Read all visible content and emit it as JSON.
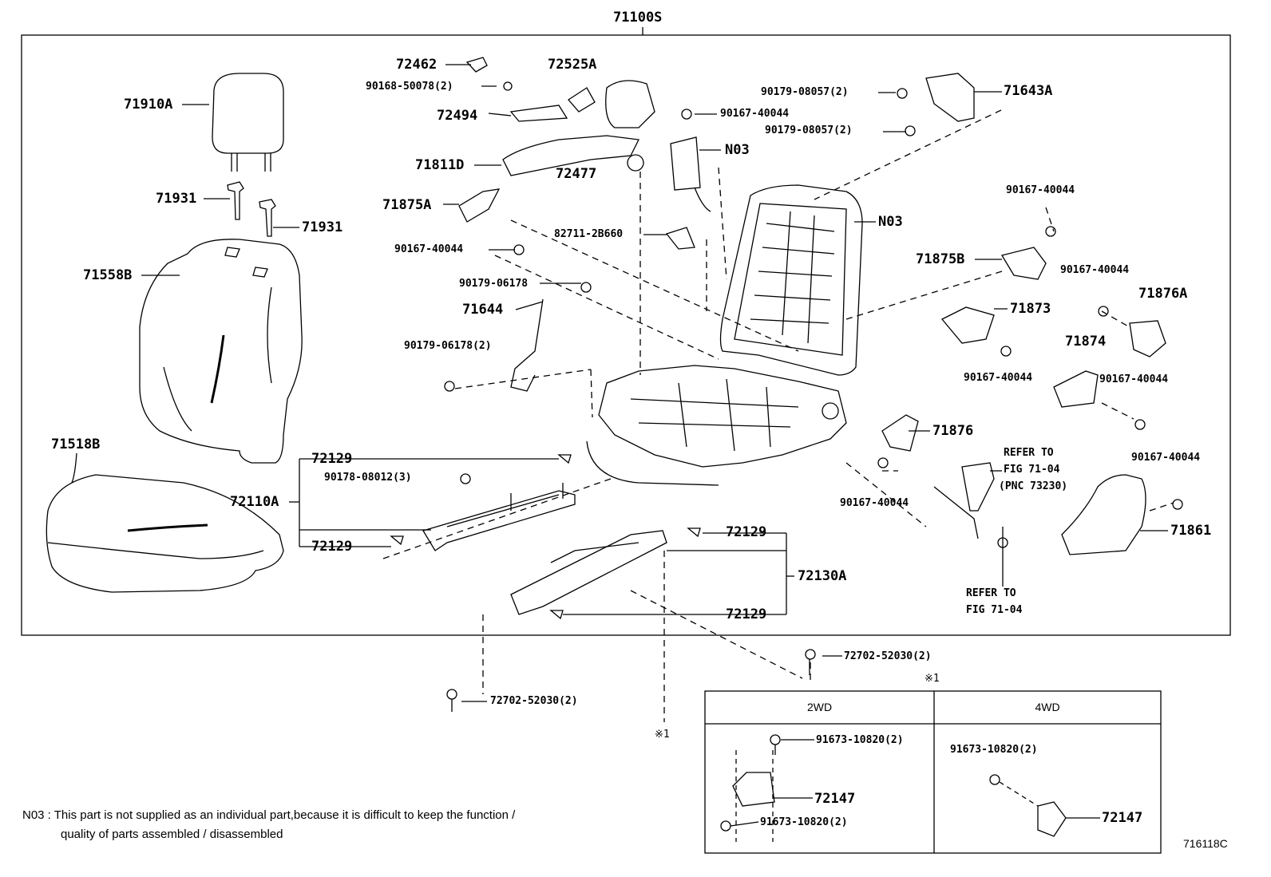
{
  "title": "71100S",
  "figure_code": "716118C",
  "note": {
    "line1": "N03 : This part is not supplied as an individual part,because it is difficult to keep the function /",
    "line2": "quality of parts assembled / disassembled"
  },
  "labels": {
    "p72462": "72462",
    "p72525A": "72525A",
    "p90168_50078": "90168-50078(2)",
    "p71910A": "71910A",
    "p72494": "72494",
    "p90167_40044_top": "90167-40044",
    "p90179_08057_a": "90179-08057(2)",
    "p90179_08057_b": "90179-08057(2)",
    "p71643A": "71643A",
    "p71811D": "71811D",
    "p72477": "72477",
    "pN03_a": "N03",
    "p71931_a": "71931",
    "p71931_b": "71931",
    "p71875A": "71875A",
    "pN03_b": "N03",
    "p90167_40044_r1": "90167-40044",
    "p82711_2B660": "82711-2B660",
    "p90167_40044_l1": "90167-40044",
    "p71558B": "71558B",
    "p71875B": "71875B",
    "p90167_40044_r2": "90167-40044",
    "p90179_06178": "90179-06178",
    "p71876A": "71876A",
    "p71644": "71644",
    "p71873": "71873",
    "p71874": "71874",
    "p90179_06178_2": "90179-06178(2)",
    "p90167_40044_r3": "90167-40044",
    "p90167_40044_r4": "90167-40044",
    "p71518B": "71518B",
    "p71876": "71876",
    "p72129_a": "72129",
    "p90178_08012": "90178-08012(3)",
    "pRefer1a": "REFER TO",
    "pRefer1b": "FIG 71-04",
    "pRefer1c": "(PNC 73230)",
    "p90167_40044_r5": "90167-40044",
    "p72110A": "72110A",
    "p90167_40044_c": "90167-40044",
    "p72129_b": "72129",
    "p72129_c": "72129",
    "p71861": "71861",
    "p72130A": "72130A",
    "pRefer2a": "REFER TO",
    "pRefer2b": "FIG 71-04",
    "p72129_d": "72129",
    "p72702_a": "72702-52030(2)",
    "pMark1": "※1",
    "p72702_b": "72702-52030(2)",
    "pMark2": "※1"
  },
  "table": {
    "col1": "2WD",
    "col2": "4WD",
    "p91673_a": "91673-10820(2)",
    "p72147_a": "72147",
    "p91673_b": "91673-10820(2)",
    "p91673_c": "91673-10820(2)",
    "p72147_b": "72147"
  }
}
